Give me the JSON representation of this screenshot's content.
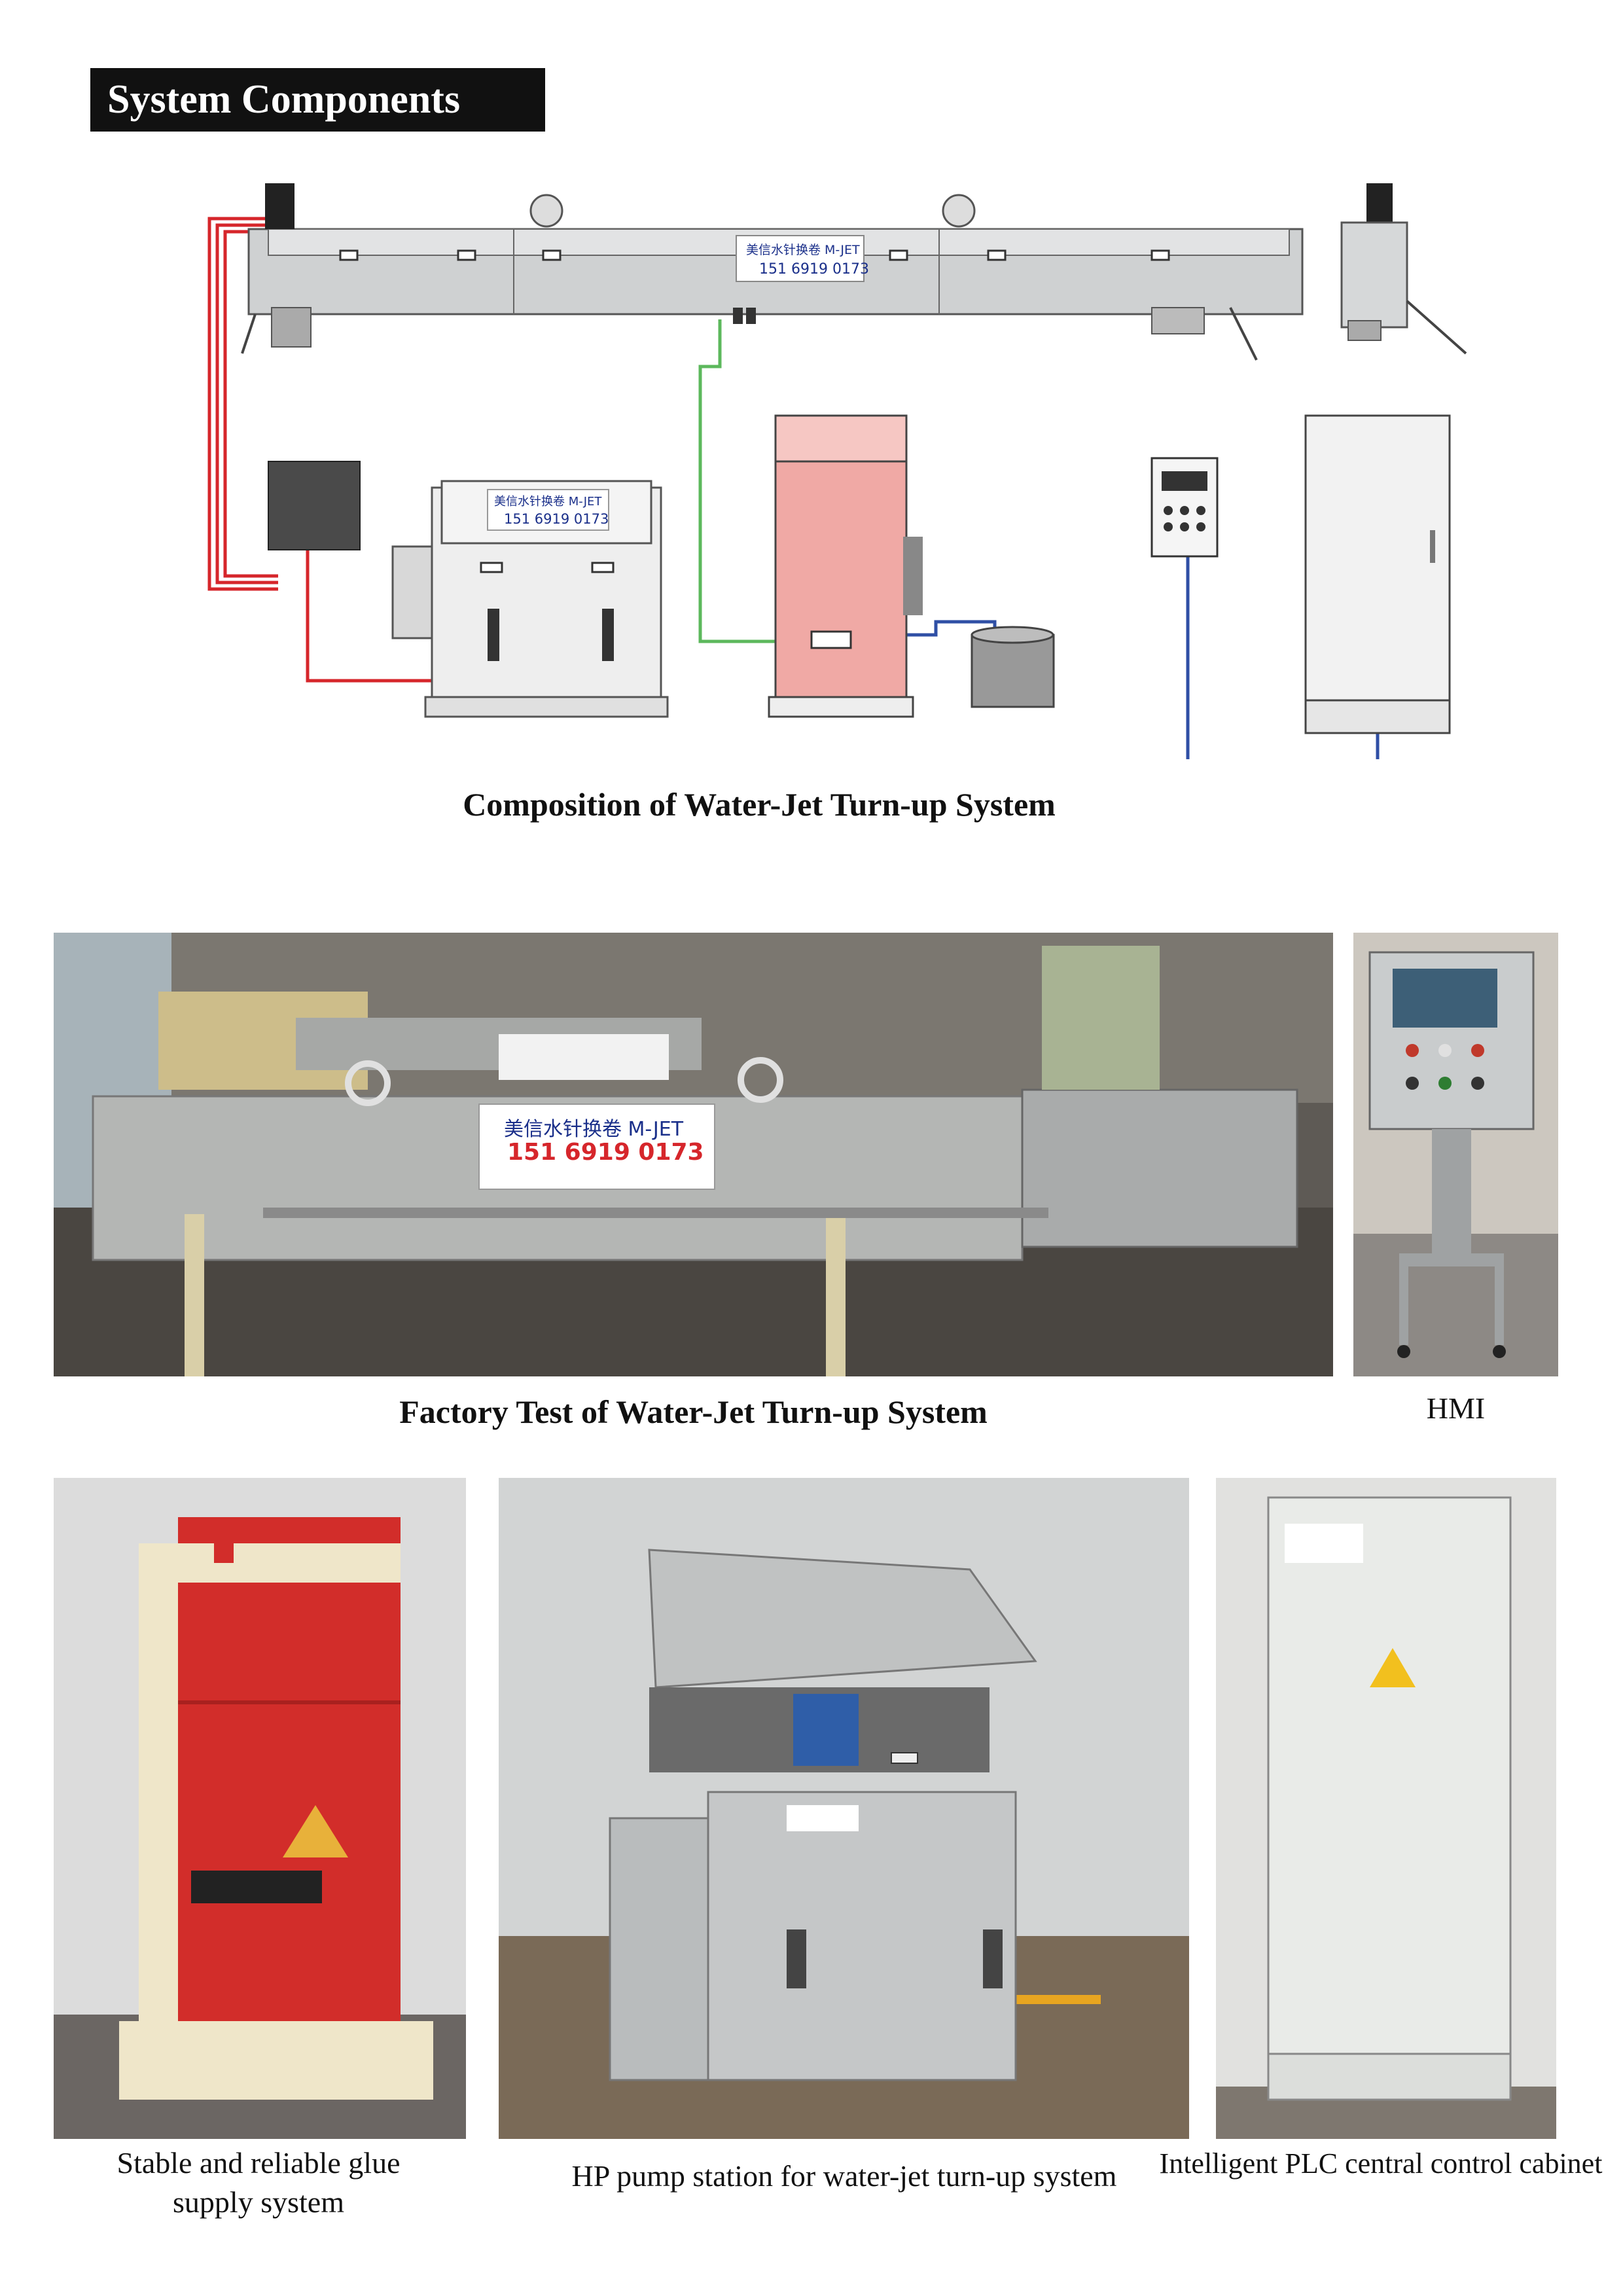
{
  "header": {
    "title": "System Components"
  },
  "diagram": {
    "caption": "Composition of Water-Jet Turn-up System",
    "beam_label": {
      "brand": "美信水针换卷 M-JET",
      "phone": "151 6919 0173"
    },
    "pump_label": {
      "brand": "美信水针换卷 M-JET",
      "phone": "151 6919 0173"
    }
  },
  "factory_photo": {
    "caption": "Factory Test of Water-Jet Turn-up System",
    "sign_brand": "美信水针换卷 M-JET",
    "sign_phone": "151 6919 0173"
  },
  "hmi_photo": {
    "caption": "HMI"
  },
  "glue_photo": {
    "caption_line1": "Stable and reliable glue",
    "caption_line2": "supply system"
  },
  "pump_photo": {
    "caption": "HP pump station for water-jet turn-up system"
  },
  "plc_photo": {
    "caption": "Intelligent PLC central control cabinet"
  },
  "colors": {
    "header_bg": "#111111",
    "glue_red": "#d22d2a",
    "steel": "#b9bcbd",
    "wire_red": "#d6262b",
    "wire_green": "#5cb85c",
    "wire_blue": "#2f4fa5"
  }
}
